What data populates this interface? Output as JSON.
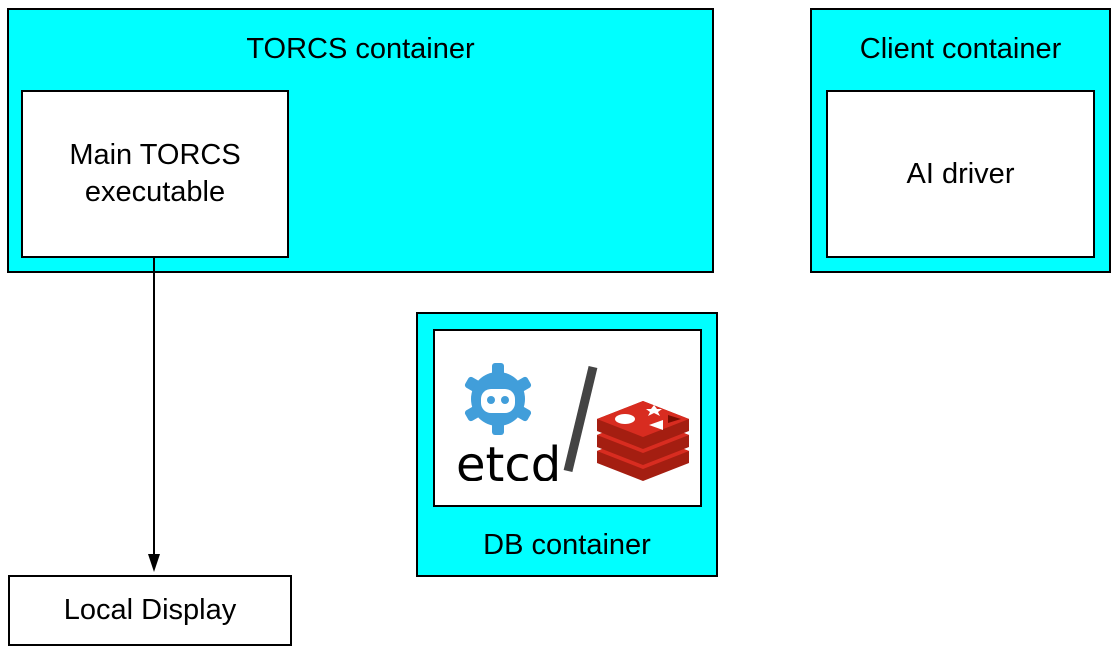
{
  "torcs_container": {
    "title": "TORCS container",
    "main_executable": {
      "line1": "Main TORCS",
      "line2": "executable"
    }
  },
  "client_container": {
    "title": "Client container",
    "ai_driver": "AI driver"
  },
  "db_container": {
    "title": "DB container",
    "logos": {
      "etcd_text": "etcd",
      "separator": "/",
      "etcd_icon": "etcd-icon",
      "redis_icon": "redis-icon"
    }
  },
  "local_display": "Local Display",
  "colors": {
    "container_fill": "#00ffff",
    "box_fill": "#ffffff",
    "stroke": "#000000",
    "etcd_blue": "#419eda",
    "redis_red": "#d82c20"
  }
}
